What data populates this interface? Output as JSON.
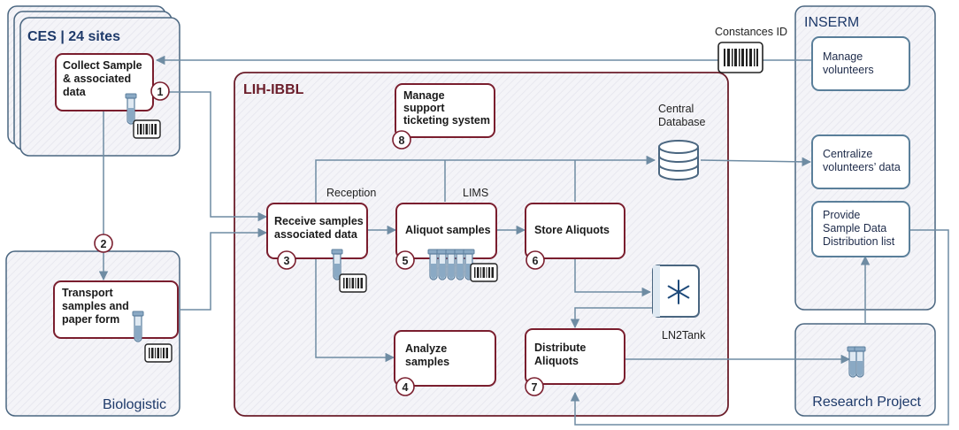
{
  "containers": {
    "ces": "CES | 24 sites",
    "biologistic": "Biologistic",
    "lih": "LIH-IBBL",
    "inserm": "INSERM",
    "research": "Research Project"
  },
  "steps": {
    "collect": [
      "Collect Sample",
      "& associated",
      "data"
    ],
    "transport": [
      "Transport",
      "samples and",
      "paper form"
    ],
    "receive": [
      "Receive samples",
      "associated data"
    ],
    "aliquot": [
      "Aliquot samples"
    ],
    "store": [
      "Store Aliquots"
    ],
    "analyze": [
      "Analyze",
      "samples"
    ],
    "distribute": [
      "Distribute",
      "Aliquots"
    ],
    "support": [
      "Manage",
      "support",
      "ticketing system"
    ],
    "manage_vol": [
      "Manage",
      "volunteers"
    ],
    "centralize": [
      "Centralize",
      "volunteers’ data"
    ],
    "provide": [
      "Provide",
      "Sample Data",
      "Distribution list"
    ]
  },
  "numbers": {
    "collect": "1",
    "transport": "2",
    "receive": "3",
    "analyze": "4",
    "aliquot": "5",
    "store": "6",
    "distribute": "7",
    "support": "8"
  },
  "labels": {
    "constances_id": "Constances ID",
    "central_db": [
      "Central",
      "Database"
    ],
    "reception": "Reception",
    "lims": "LIMS",
    "ln2tank": "LN2Tank"
  },
  "colors": {
    "container_border": "#4a6680",
    "lih_border": "#6b1d2a",
    "process_border": "#7a1e2e",
    "arrow": "#6f8ca3",
    "inserm_box": "#5a7f9a"
  },
  "icons": [
    "barcode-icon",
    "test-tube-icon",
    "database-icon",
    "snowflake-icon"
  ]
}
